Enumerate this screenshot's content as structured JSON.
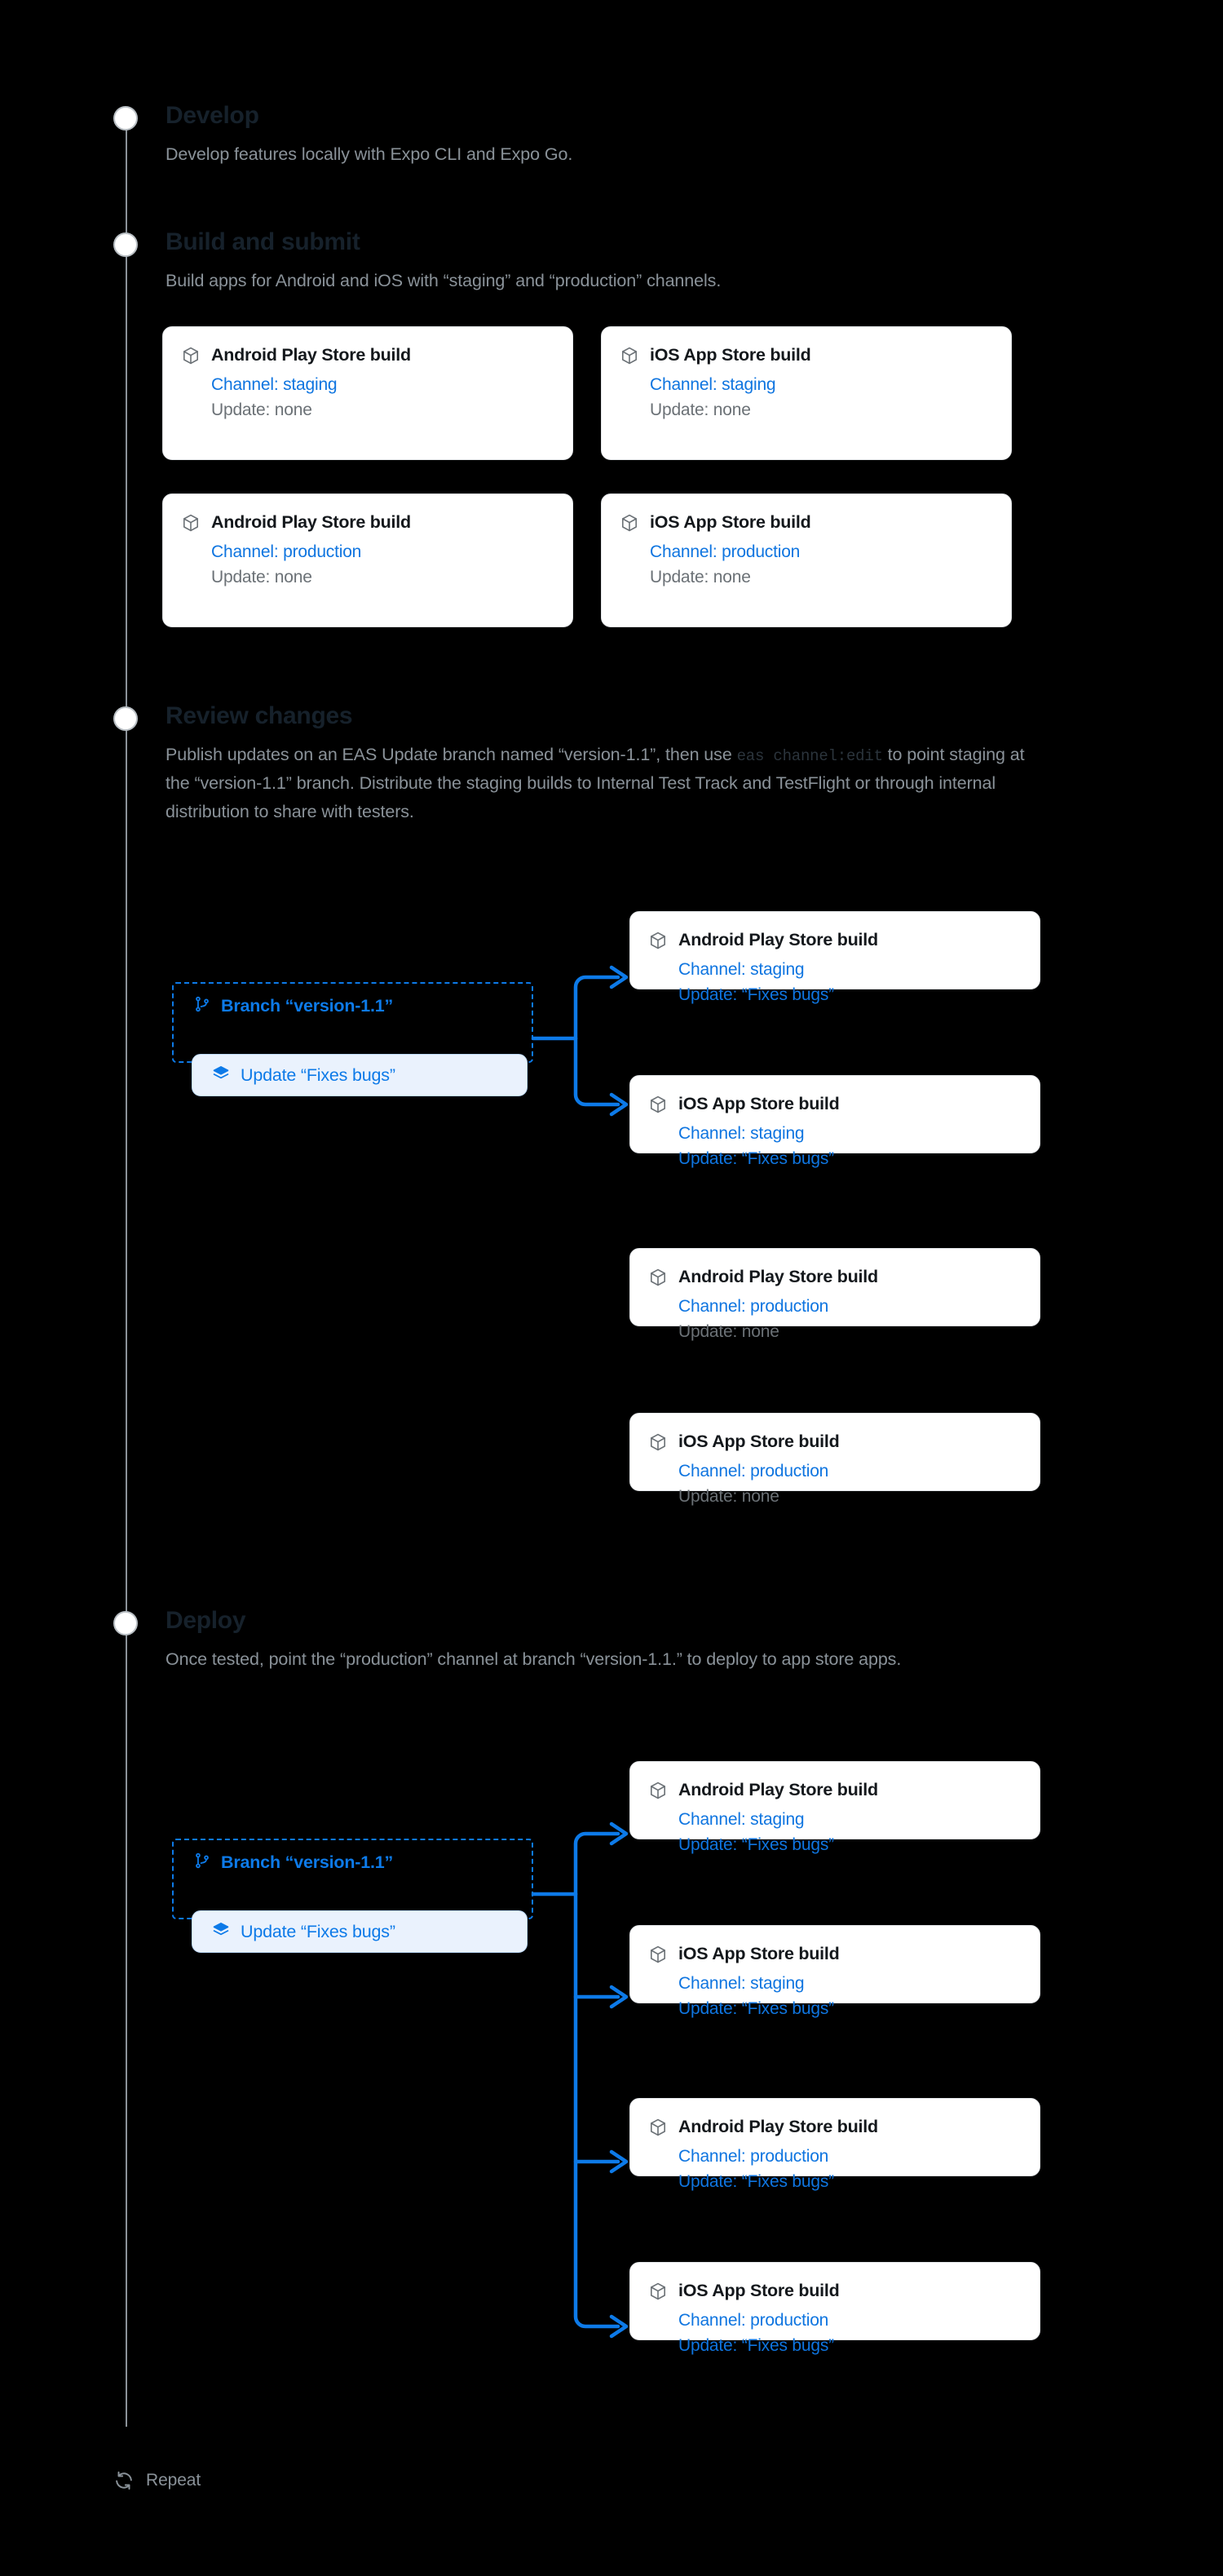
{
  "theme": {
    "background": "#000000",
    "accent_blue": "#0d7ae8",
    "card_bg": "#ffffff",
    "muted_text": "#8a9299",
    "heading_text": "#16212b",
    "chip_bg": "#eaf2fd"
  },
  "steps": [
    {
      "id": "develop",
      "title": "Develop",
      "description": "Develop features locally with Expo CLI and Expo Go."
    },
    {
      "id": "build-and-submit",
      "title": "Build and submit",
      "description": "Build apps for Android and iOS with “staging” and “production” channels."
    },
    {
      "id": "review-changes",
      "title": "Review changes",
      "desc_part_1": "Publish updates on an EAS Update branch named “version-1.1”, then use ",
      "desc_code": "eas channel:edit",
      "desc_part_2": " to point staging at the “version-1.1” branch. Distribute the staging builds to Internal Test Track and TestFlight or through internal distribution to share with testers."
    },
    {
      "id": "deploy",
      "title": "Deploy",
      "description": "Once tested, point the “production” channel at branch “version-1.1.” to deploy to app store apps."
    }
  ],
  "build_section": {
    "cards": [
      {
        "icon": "cube-icon",
        "title": "Android Play Store build",
        "channel": "Channel: staging",
        "update": "Update: none"
      },
      {
        "icon": "cube-icon",
        "title": "iOS App Store build",
        "channel": "Channel: staging",
        "update": "Update: none"
      },
      {
        "icon": "cube-icon",
        "title": "Android Play Store build",
        "channel": "Channel: production",
        "update": "Update: none"
      },
      {
        "icon": "cube-icon",
        "title": "iOS App Store build",
        "channel": "Channel: production",
        "update": "Update: none"
      }
    ]
  },
  "review_section": {
    "branch": {
      "icon": "git-branch-icon",
      "label": "Branch “version-1.1”",
      "update_icon": "layers-icon",
      "update_label": "Update “Fixes bugs”"
    },
    "cards": [
      {
        "icon": "cube-icon",
        "title": "Android Play Store build",
        "channel": "Channel: staging",
        "update": "Update: “Fixes bugs”",
        "update_style": "blue"
      },
      {
        "icon": "cube-icon",
        "title": "iOS App Store build",
        "channel": "Channel: staging",
        "update": "Update: “Fixes bugs”",
        "update_style": "blue"
      },
      {
        "icon": "cube-icon",
        "title": "Android Play Store build",
        "channel": "Channel: production",
        "update": "Update: none",
        "update_style": "grey"
      },
      {
        "icon": "cube-icon",
        "title": "iOS App Store build",
        "channel": "Channel: production",
        "update": "Update: none",
        "update_style": "grey"
      }
    ],
    "arrow_count": 2
  },
  "deploy_section": {
    "branch": {
      "icon": "git-branch-icon",
      "label": "Branch “version-1.1”",
      "update_icon": "layers-icon",
      "update_label": "Update “Fixes bugs”"
    },
    "cards": [
      {
        "icon": "cube-icon",
        "title": "Android Play Store build",
        "channel": "Channel: staging",
        "update": "Update: “Fixes bugs”",
        "update_style": "blue"
      },
      {
        "icon": "cube-icon",
        "title": "iOS App Store build",
        "channel": "Channel: staging",
        "update": "Update: “Fixes bugs”",
        "update_style": "blue"
      },
      {
        "icon": "cube-icon",
        "title": "Android Play Store build",
        "channel": "Channel: production",
        "update": "Update: “Fixes bugs”",
        "update_style": "blue"
      },
      {
        "icon": "cube-icon",
        "title": "iOS App Store build",
        "channel": "Channel: production",
        "update": "Update: “Fixes bugs”",
        "update_style": "blue"
      }
    ],
    "arrow_count": 4
  },
  "footer": {
    "icon": "repeat-icon",
    "label": "Repeat"
  }
}
